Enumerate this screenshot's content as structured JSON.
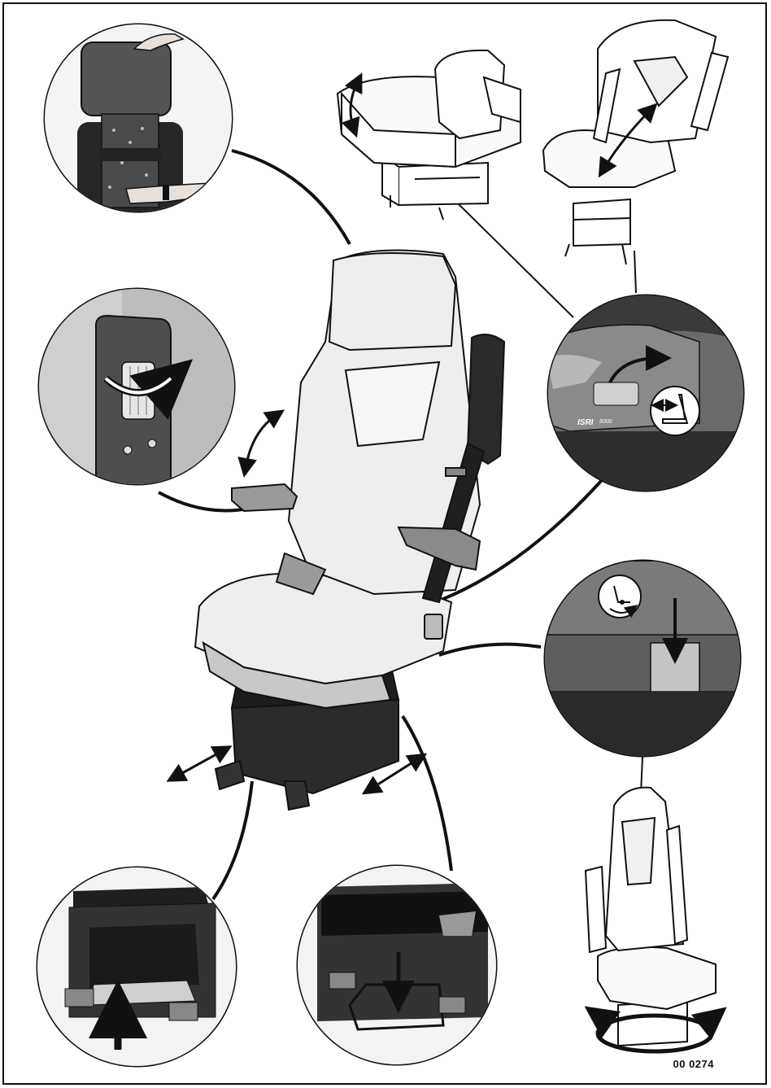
{
  "diagram": {
    "figure_id": "00 0274",
    "brand_mark": "ISRI",
    "brand_mark_suffix": "6000",
    "colors": {
      "line": "#111111",
      "upholstery": "#eeeeee",
      "dark_base": "#2a2a2a",
      "mid_grey": "#8a8a8a",
      "light_grey": "#c8c8c8",
      "panel": "#7a7a7a"
    }
  }
}
